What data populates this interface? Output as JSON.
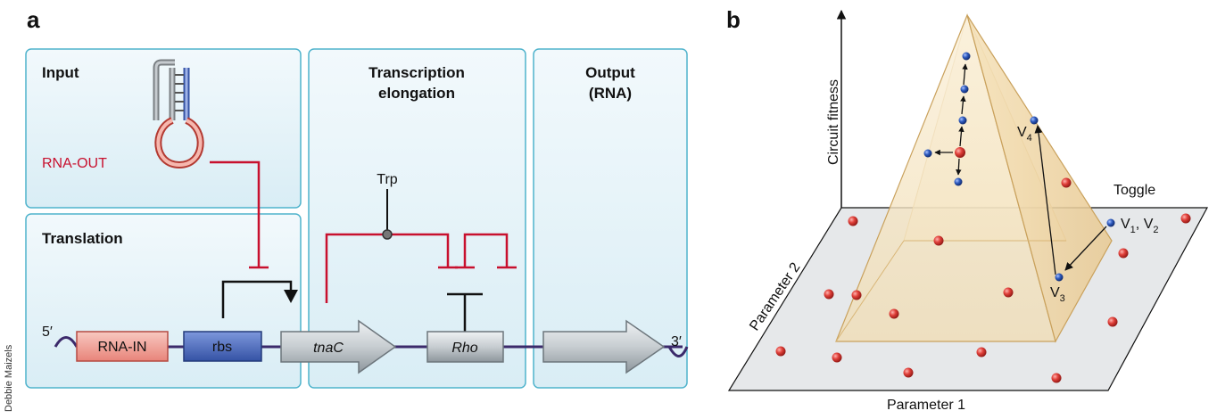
{
  "panel_a": {
    "letter": "a",
    "boxes": {
      "input": "Input",
      "translation": "Translation",
      "transcription_line1": "Transcription",
      "transcription_line2": "elongation",
      "output_line1": "Output",
      "output_line2": "(RNA)"
    },
    "rna_out": "RNA-OUT",
    "trp": "Trp",
    "five_prime": "5′",
    "three_prime": "3′",
    "genes": {
      "rna_in": "RNA-IN",
      "rbs": "rbs",
      "tnac": "tnaC",
      "rho": "Rho"
    }
  },
  "panel_b": {
    "letter": "b",
    "y_axis": "Circuit fitness",
    "x_axis": "Parameter 1",
    "z_axis": "Parameter 2",
    "toggle": "Toggle",
    "v12": "V",
    "v12_sub1": "1",
    "v12_sep": ", V",
    "v12_sub2": "2",
    "v3": "V",
    "v3_sub": "3",
    "v4": "V",
    "v4_sub": "4"
  },
  "credit": "Debbie Maizels",
  "colors": {
    "box_fill": "#e4f2f8",
    "box_stroke": "#4fb3cc",
    "repression": "#c8102e",
    "rna_in_fill": "#f2a49a",
    "rbs_fill": "#4f6fbf",
    "arrow_fill": "#c9d0d4",
    "backbone": "#3b2a6b"
  }
}
